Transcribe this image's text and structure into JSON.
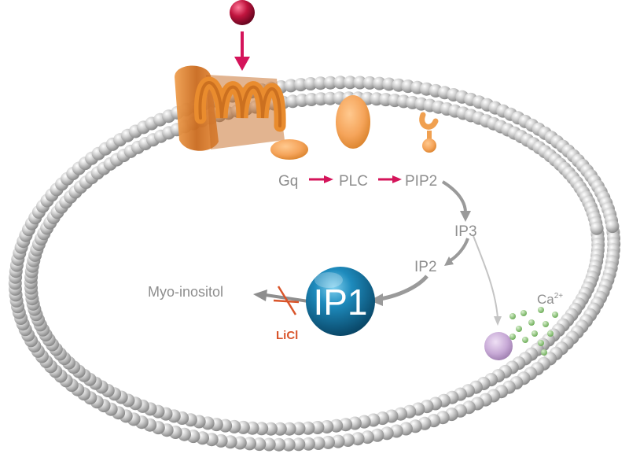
{
  "labels": {
    "gq": "Gq",
    "plc": "PLC",
    "pip2": "PIP2",
    "ip3": "IP3",
    "ip2": "IP2",
    "ip1": "IP1",
    "myo_inositol": "Myo-inositol",
    "licl": "LiCl",
    "calcium": "Ca",
    "calcium_charge": "2+"
  },
  "colors": {
    "membrane_bead": "#bdbdbd",
    "receptor": "#d9822b",
    "ligand": "#b0123a",
    "activation_arrow": "#d4145a",
    "pathway_arrow": "#9a9a9a",
    "ip1_sphere": "#0f6d96",
    "inhibitor": "#d9552b",
    "calcium_dots": "#8cc47a",
    "er_vesicle": "#c7a9d6",
    "text": "#8e8e8e"
  }
}
